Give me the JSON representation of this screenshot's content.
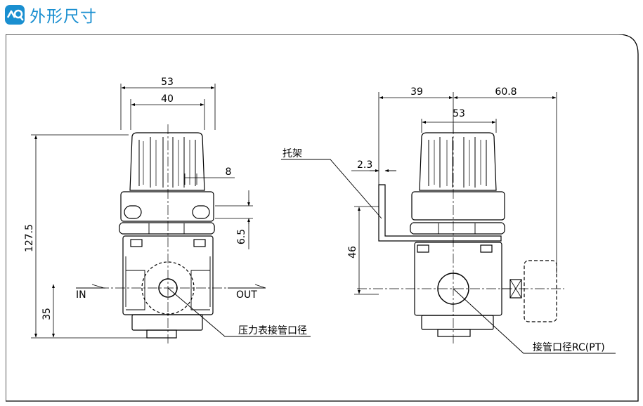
{
  "header": {
    "title": "外形尺寸",
    "accent_color": "#1a8fd0",
    "icon": "chart-logo-icon"
  },
  "left_view": {
    "dim_width_53": "53",
    "dim_width_40": "40",
    "dim_8": "8",
    "dim_6_5": "6.5",
    "dim_height_127_5": "127.5",
    "dim_height_35": "35",
    "label_in": "IN",
    "label_out": "OUT",
    "callout_gauge_port": "压力表接管口径"
  },
  "right_view": {
    "dim_39": "39",
    "dim_60_8": "60.8",
    "dim_53": "53",
    "dim_2_3": "2.3",
    "dim_46": "46",
    "callout_bracket": "托架",
    "callout_port": "接管口径RC(PT)"
  }
}
